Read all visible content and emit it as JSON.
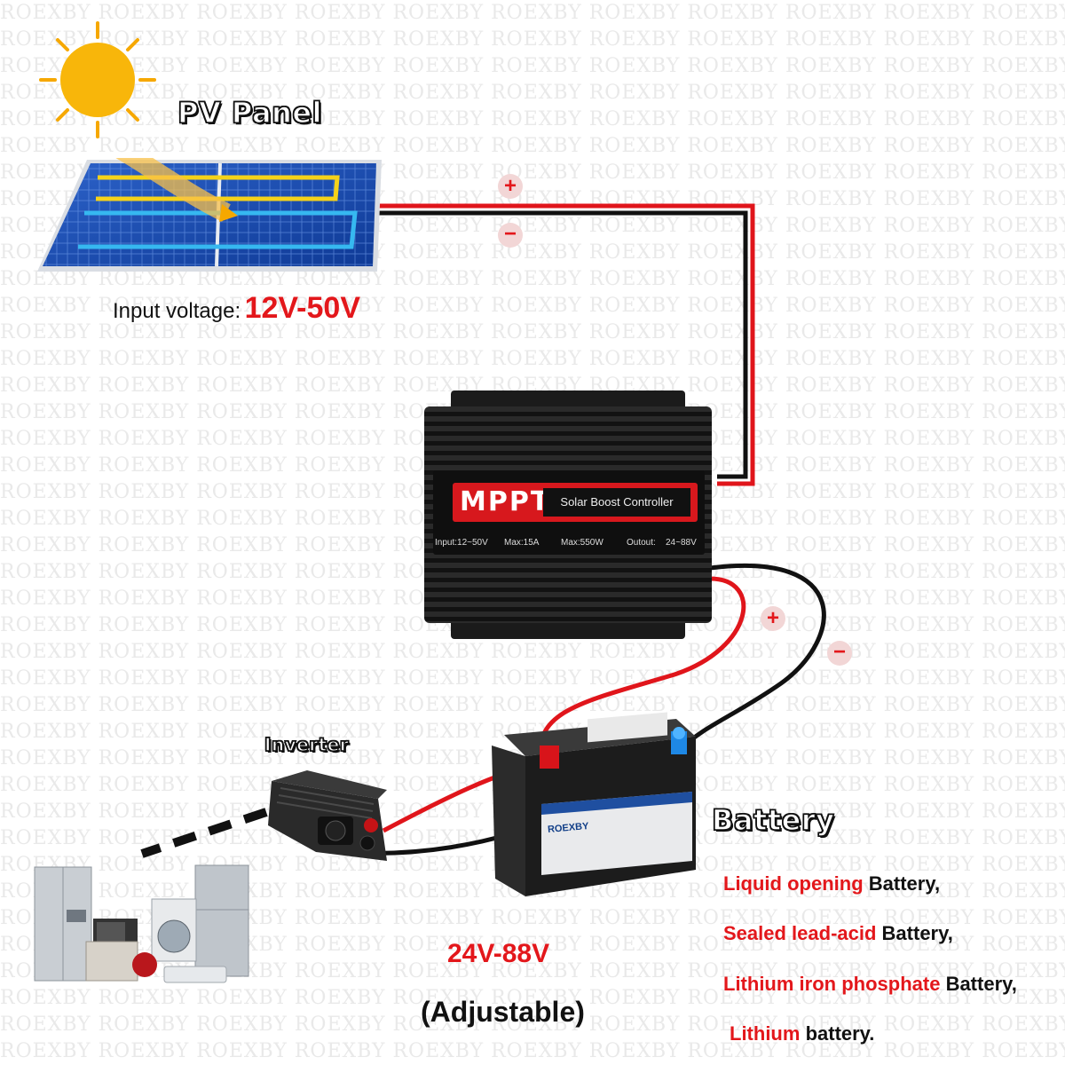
{
  "watermark": "ROEXBY",
  "pv": {
    "title": "PV Panel",
    "input_label": "Input voltage:",
    "input_value": "12V-50V"
  },
  "polarity": {
    "plus": "+",
    "minus": "−"
  },
  "controller": {
    "brand": "MPPT",
    "subtitle": "Solar Boost Controller",
    "spec_input": "Input:12~50V",
    "spec_max_current": "Max:15A",
    "spec_max_power": "Max:550W",
    "spec_output": "Outout:",
    "spec_output_value": "24~88V"
  },
  "inverter": {
    "title": "Inverter"
  },
  "battery": {
    "title": "Battery",
    "case_brand": "ROEXBY",
    "types": [
      {
        "red": "Liquid opening",
        "black": "Battery,"
      },
      {
        "red": "Sealed lead-acid",
        "black": "Battery,"
      },
      {
        "red": "Lithium iron phosphate",
        "black": "Battery,"
      },
      {
        "red": "Lithium",
        "black": "battery."
      }
    ]
  },
  "output": {
    "voltage": "24V-88V",
    "note": "(Adjustable)"
  },
  "colors": {
    "accent_red": "#e3171b",
    "wire_red": "#e0151b",
    "wire_black": "#111111"
  }
}
